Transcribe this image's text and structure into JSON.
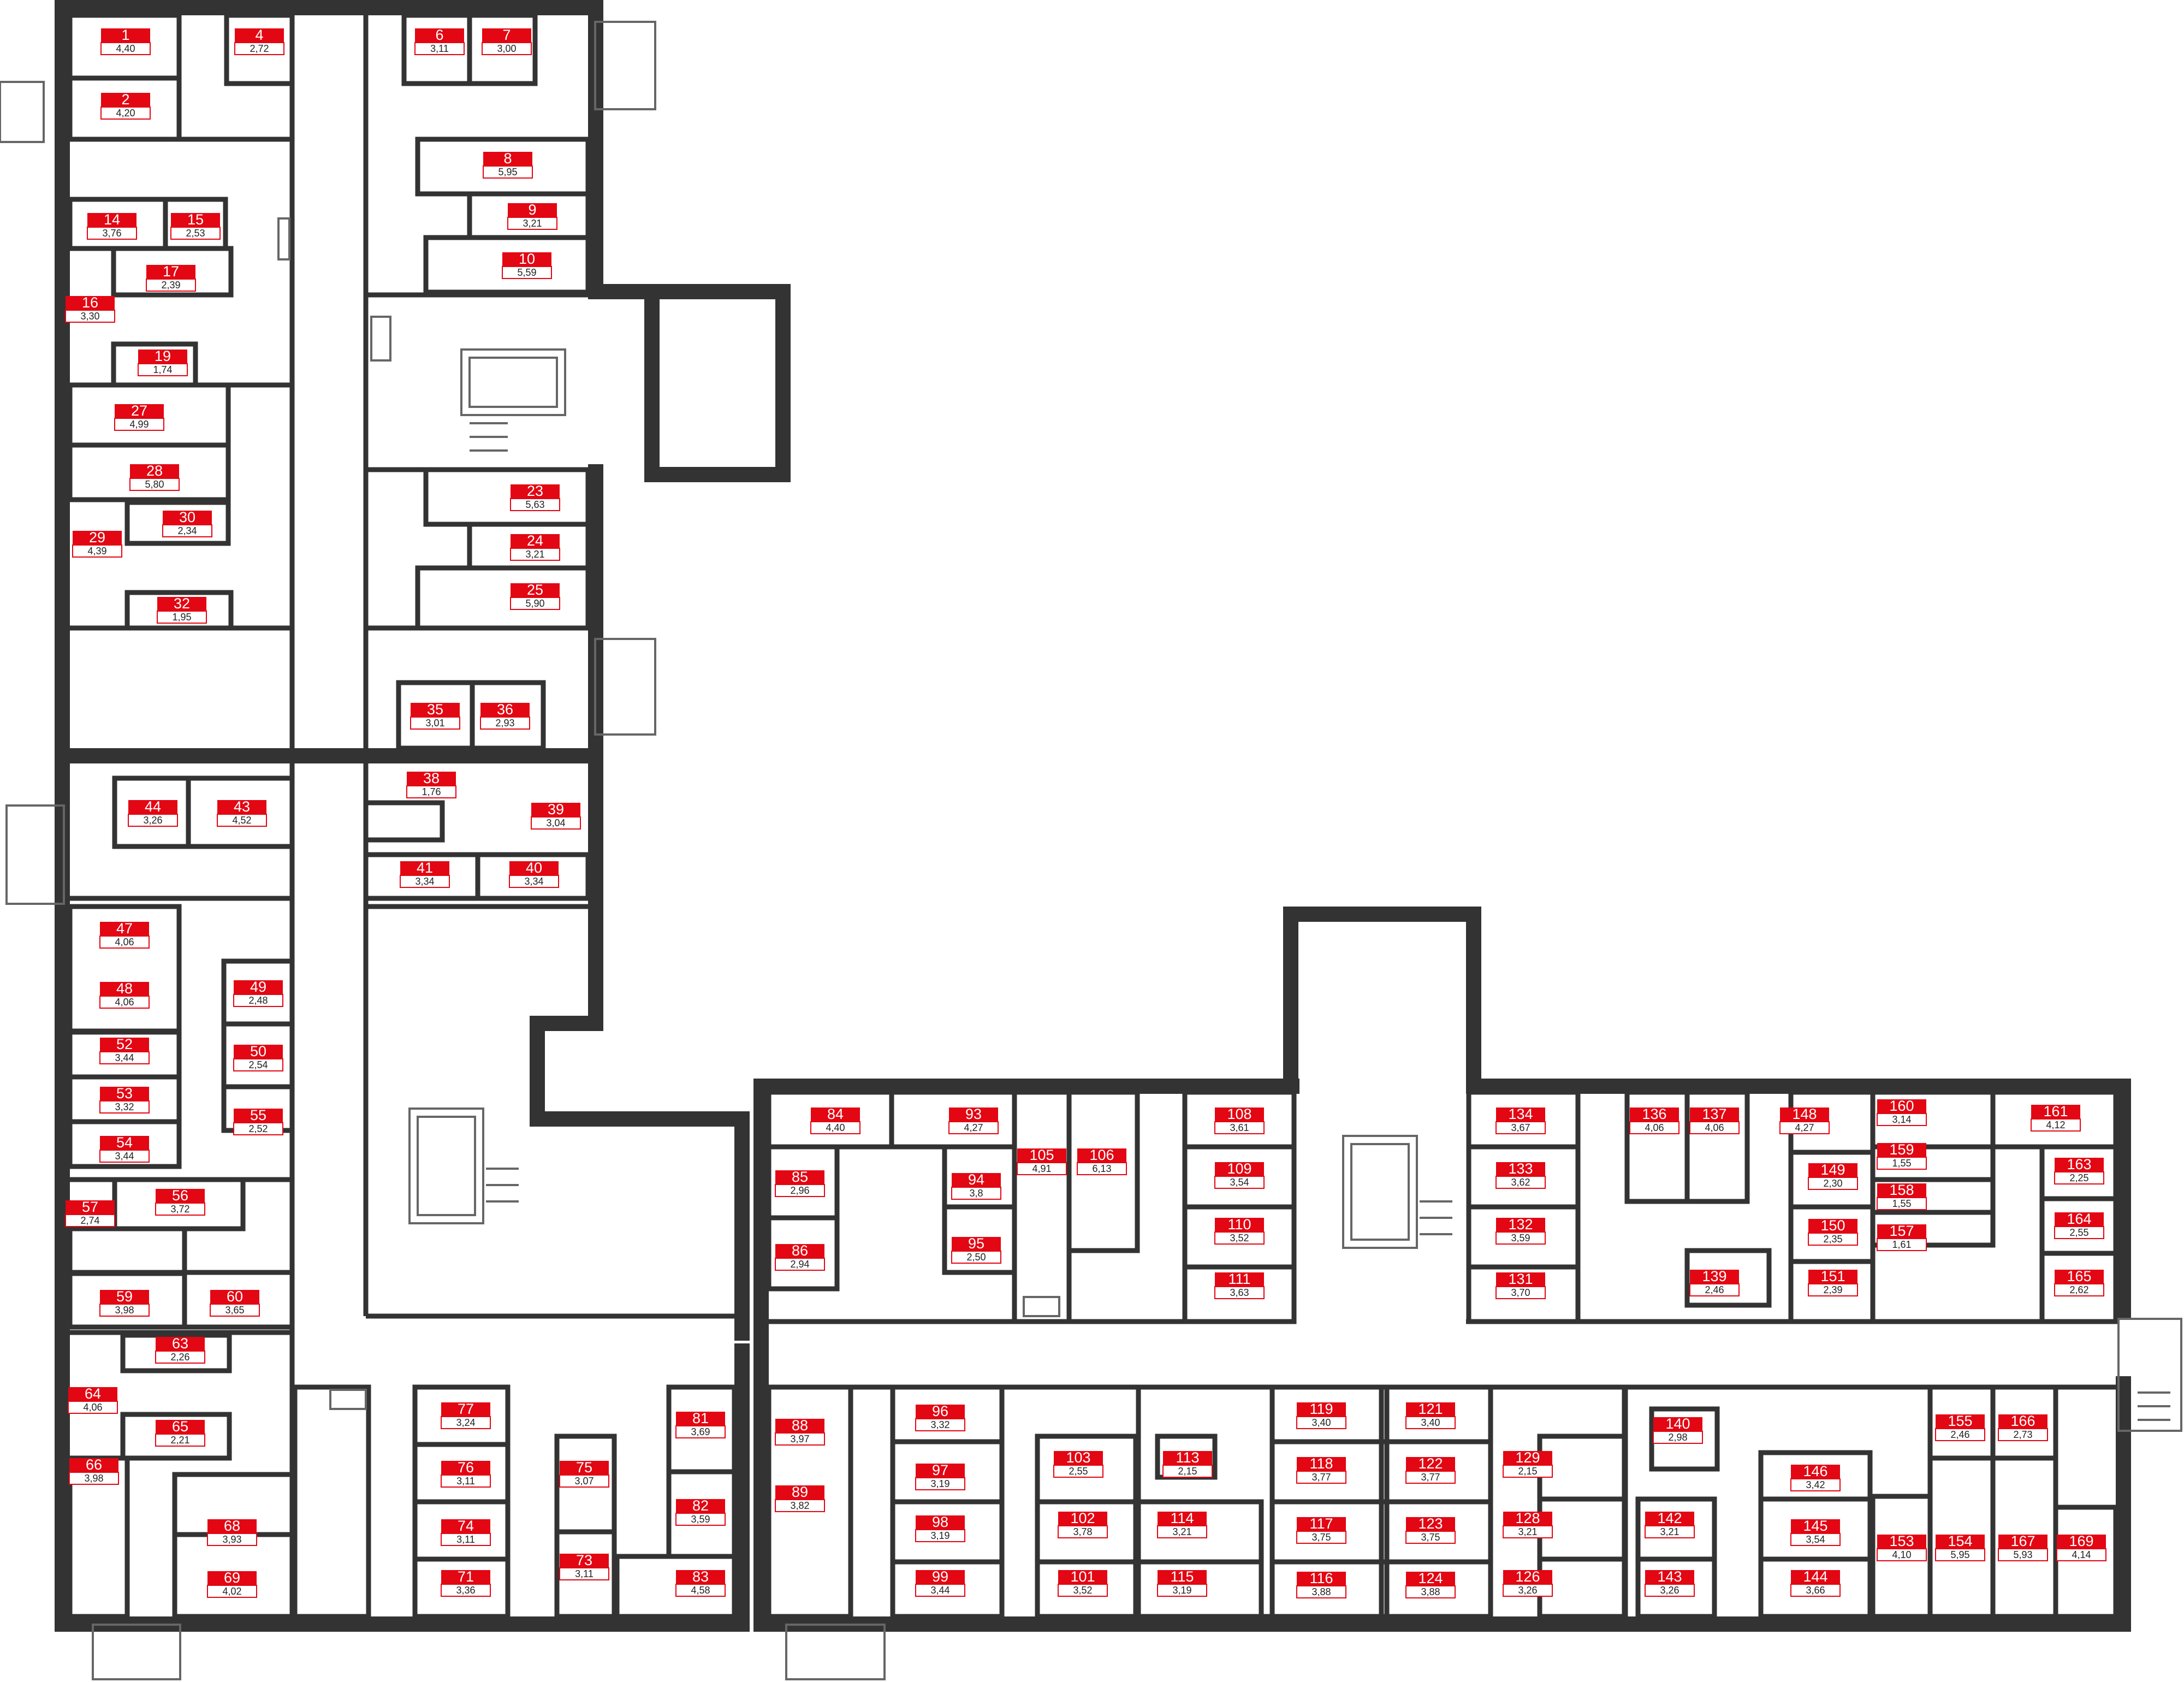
{
  "colors": {
    "wall": "#333333",
    "label_bg": "#e30613",
    "label_text": "#ffffff",
    "area_text": "#222222",
    "line": "#666666"
  },
  "units": [
    {
      "num": "1",
      "area": "4,40"
    },
    {
      "num": "2",
      "area": "4,20"
    },
    {
      "num": "4",
      "area": "2,72"
    },
    {
      "num": "6",
      "area": "3,11"
    },
    {
      "num": "7",
      "area": "3,00"
    },
    {
      "num": "8",
      "area": "5,95"
    },
    {
      "num": "9",
      "area": "3,21"
    },
    {
      "num": "10",
      "area": "5,59"
    },
    {
      "num": "14",
      "area": "3,76"
    },
    {
      "num": "15",
      "area": "2,53"
    },
    {
      "num": "16",
      "area": "3,30"
    },
    {
      "num": "17",
      "area": "2,39"
    },
    {
      "num": "19",
      "area": "1,74"
    },
    {
      "num": "23",
      "area": "5,63"
    },
    {
      "num": "24",
      "area": "3,21"
    },
    {
      "num": "25",
      "area": "5,90"
    },
    {
      "num": "27",
      "area": "4,99"
    },
    {
      "num": "28",
      "area": "5,80"
    },
    {
      "num": "29",
      "area": "4,39"
    },
    {
      "num": "30",
      "area": "2,34"
    },
    {
      "num": "32",
      "area": "1,95"
    },
    {
      "num": "35",
      "area": "3,01"
    },
    {
      "num": "36",
      "area": "2,93"
    },
    {
      "num": "38",
      "area": "1,76"
    },
    {
      "num": "39",
      "area": "3,04"
    },
    {
      "num": "40",
      "area": "3,34"
    },
    {
      "num": "41",
      "area": "3,34"
    },
    {
      "num": "43",
      "area": "4,52"
    },
    {
      "num": "44",
      "area": "3,26"
    },
    {
      "num": "47",
      "area": "4,06"
    },
    {
      "num": "48",
      "area": "4,06"
    },
    {
      "num": "49",
      "area": "2,48"
    },
    {
      "num": "50",
      "area": "2,54"
    },
    {
      "num": "52",
      "area": "3,44"
    },
    {
      "num": "53",
      "area": "3,32"
    },
    {
      "num": "54",
      "area": "3,44"
    },
    {
      "num": "55",
      "area": "2,52"
    },
    {
      "num": "56",
      "area": "3,72"
    },
    {
      "num": "57",
      "area": "2,74"
    },
    {
      "num": "59",
      "area": "3,98"
    },
    {
      "num": "60",
      "area": "3,65"
    },
    {
      "num": "63",
      "area": "2,26"
    },
    {
      "num": "64",
      "area": "4,06"
    },
    {
      "num": "65",
      "area": "2,21"
    },
    {
      "num": "66",
      "area": "3,98"
    },
    {
      "num": "68",
      "area": "3,93"
    },
    {
      "num": "69",
      "area": "4,02"
    },
    {
      "num": "71",
      "area": "3,36"
    },
    {
      "num": "73",
      "area": "3,11"
    },
    {
      "num": "74",
      "area": "3,11"
    },
    {
      "num": "75",
      "area": "3,07"
    },
    {
      "num": "76",
      "area": "3,11"
    },
    {
      "num": "77",
      "area": "3,24"
    },
    {
      "num": "81",
      "area": "3,69"
    },
    {
      "num": "82",
      "area": "3,59"
    },
    {
      "num": "83",
      "area": "4,58"
    },
    {
      "num": "84",
      "area": "4,40"
    },
    {
      "num": "85",
      "area": "2,96"
    },
    {
      "num": "86",
      "area": "2,94"
    },
    {
      "num": "88",
      "area": "3,97"
    },
    {
      "num": "89",
      "area": "3,82"
    },
    {
      "num": "93",
      "area": "4,27"
    },
    {
      "num": "94",
      "area": "3,8"
    },
    {
      "num": "95",
      "area": "2,50"
    },
    {
      "num": "96",
      "area": "3,32"
    },
    {
      "num": "97",
      "area": "3,19"
    },
    {
      "num": "98",
      "area": "3,19"
    },
    {
      "num": "99",
      "area": "3,44"
    },
    {
      "num": "101",
      "area": "3,52"
    },
    {
      "num": "102",
      "area": "3,78"
    },
    {
      "num": "103",
      "area": "2,55"
    },
    {
      "num": "105",
      "area": "4,91"
    },
    {
      "num": "106",
      "area": "6,13"
    },
    {
      "num": "108",
      "area": "3,61"
    },
    {
      "num": "109",
      "area": "3,54"
    },
    {
      "num": "110",
      "area": "3,52"
    },
    {
      "num": "111",
      "area": "3,63"
    },
    {
      "num": "113",
      "area": "2,15"
    },
    {
      "num": "114",
      "area": "3,21"
    },
    {
      "num": "115",
      "area": "3,19"
    },
    {
      "num": "116",
      "area": "3,88"
    },
    {
      "num": "117",
      "area": "3,75"
    },
    {
      "num": "118",
      "area": "3,77"
    },
    {
      "num": "119",
      "area": "3,40"
    },
    {
      "num": "121",
      "area": "3,40"
    },
    {
      "num": "122",
      "area": "3,77"
    },
    {
      "num": "123",
      "area": "3,75"
    },
    {
      "num": "124",
      "area": "3,88"
    },
    {
      "num": "126",
      "area": "3,26"
    },
    {
      "num": "128",
      "area": "3,21"
    },
    {
      "num": "129",
      "area": "2,15"
    },
    {
      "num": "131",
      "area": "3,70"
    },
    {
      "num": "132",
      "area": "3,59"
    },
    {
      "num": "133",
      "area": "3,62"
    },
    {
      "num": "134",
      "area": "3,67"
    },
    {
      "num": "136",
      "area": "4,06"
    },
    {
      "num": "137",
      "area": "4,06"
    },
    {
      "num": "139",
      "area": "2,46"
    },
    {
      "num": "140",
      "area": "2,98"
    },
    {
      "num": "142",
      "area": "3,21"
    },
    {
      "num": "143",
      "area": "3,26"
    },
    {
      "num": "144",
      "area": "3,66"
    },
    {
      "num": "145",
      "area": "3,54"
    },
    {
      "num": "146",
      "area": "3,42"
    },
    {
      "num": "148",
      "area": "4,27"
    },
    {
      "num": "149",
      "area": "2,30"
    },
    {
      "num": "150",
      "area": "2,35"
    },
    {
      "num": "151",
      "area": "2,39"
    },
    {
      "num": "153",
      "area": "4,10"
    },
    {
      "num": "154",
      "area": "5,95"
    },
    {
      "num": "155",
      "area": "2,46"
    },
    {
      "num": "157",
      "area": "1,61"
    },
    {
      "num": "158",
      "area": "1,55"
    },
    {
      "num": "159",
      "area": "1,55"
    },
    {
      "num": "160",
      "area": "3,14"
    },
    {
      "num": "161",
      "area": "4,12"
    },
    {
      "num": "163",
      "area": "2,25"
    },
    {
      "num": "164",
      "area": "2,55"
    },
    {
      "num": "165",
      "area": "2,62"
    },
    {
      "num": "166",
      "area": "2,73"
    },
    {
      "num": "167",
      "area": "5,93"
    },
    {
      "num": "169",
      "area": "4,14"
    }
  ]
}
